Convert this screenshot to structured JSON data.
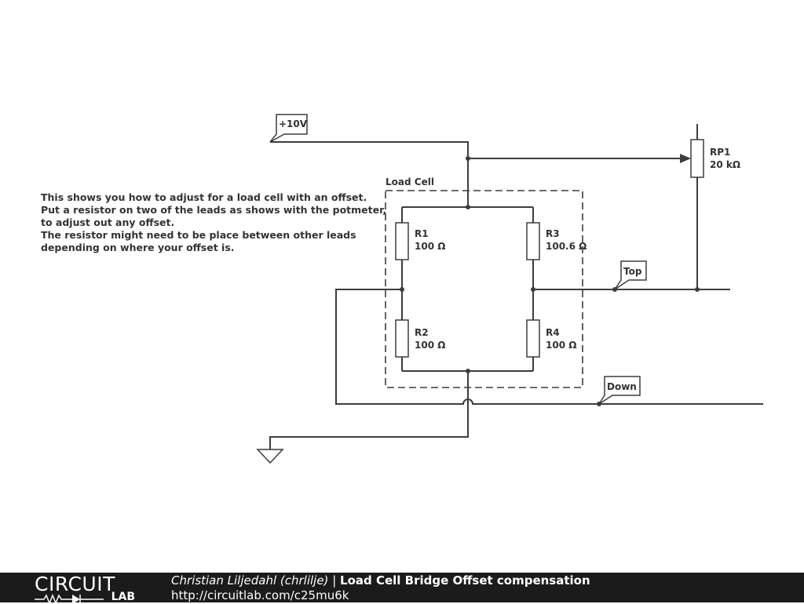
{
  "description_lines": [
    "This shows you how to adjust for a load cell with an offset.",
    "Put a resistor on two of the leads as shows with the potmeter,",
    "to adjust out any offset.",
    "The resistor might need to be place between other leads",
    "depending on where your offset is."
  ],
  "load_cell_label": "Load Cell",
  "components": {
    "r1": {
      "ref": "R1",
      "value": "100 Ω"
    },
    "r2": {
      "ref": "R2",
      "value": "100 Ω"
    },
    "r3": {
      "ref": "R3",
      "value": "100.6 Ω"
    },
    "r4": {
      "ref": "R4",
      "value": "100 Ω"
    },
    "rp1": {
      "ref": "RP1",
      "value": "20 kΩ"
    }
  },
  "net_labels": {
    "supply": "+10V",
    "top": "Top",
    "down": "Down"
  },
  "footer": {
    "logo_top": "CIRCUIT",
    "logo_bottom": "LAB",
    "author": "Christian Liljedahl (chrlilje)",
    "separator": " | ",
    "title": "Load Cell Bridge Offset compensation",
    "url": "http://circuitlab.com/c25mu6k"
  }
}
